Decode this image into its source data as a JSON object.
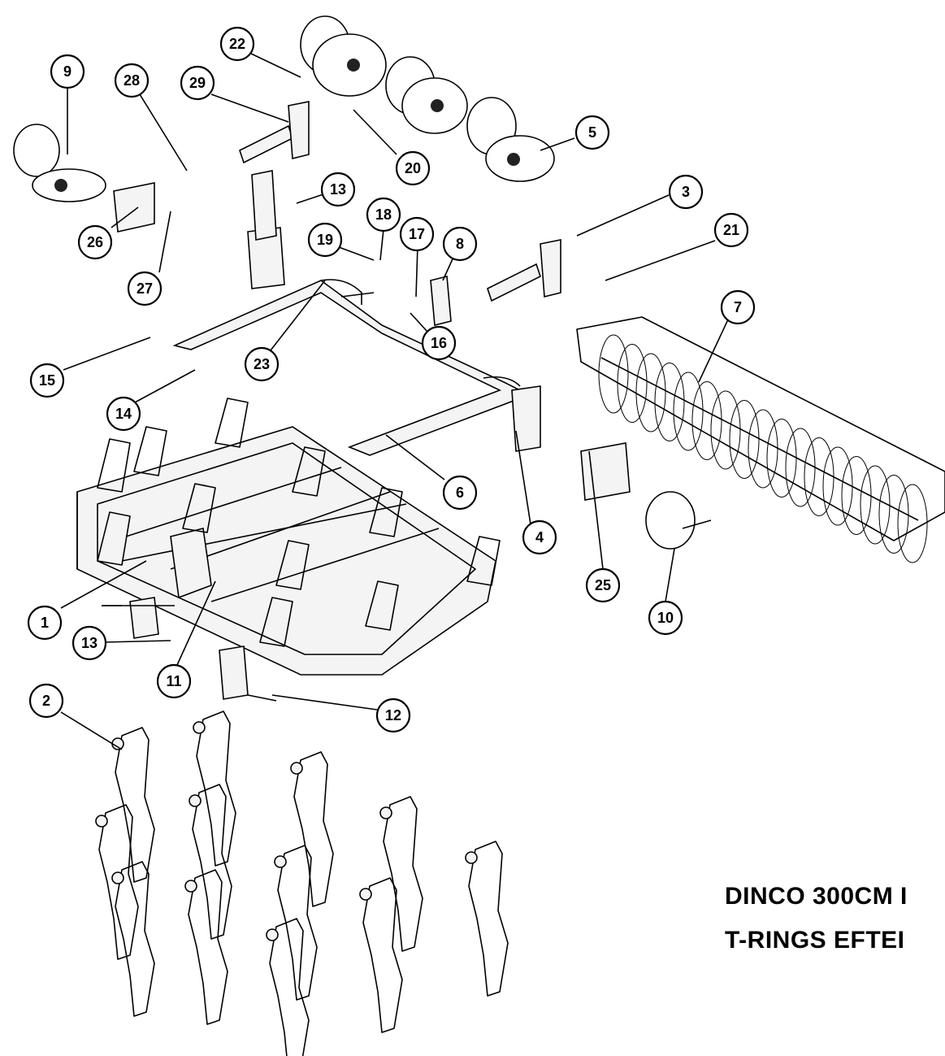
{
  "diagram": {
    "title_line_1": "DINCO 300CM I",
    "title_line_2": "T-RINGS EFTEI",
    "callouts": [
      "1",
      "2",
      "3",
      "4",
      "5",
      "6",
      "7",
      "8",
      "9",
      "10",
      "11",
      "12",
      "13",
      "13",
      "14",
      "15",
      "16",
      "17",
      "18",
      "19",
      "20",
      "21",
      "22",
      "23",
      "25",
      "26",
      "27",
      "28",
      "29"
    ]
  }
}
